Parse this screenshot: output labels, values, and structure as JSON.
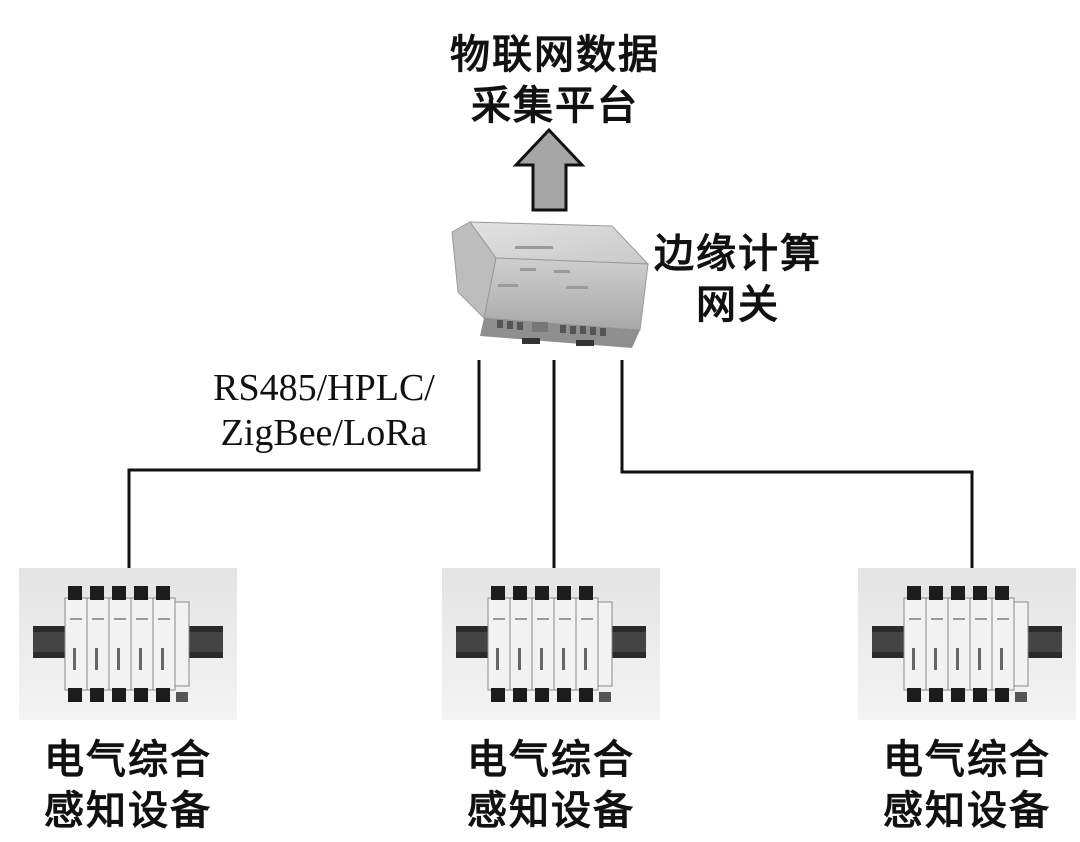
{
  "platform": {
    "lines": [
      "物联网数据",
      "采集平台"
    ]
  },
  "gateway": {
    "lines": [
      "边缘计算",
      "网关"
    ]
  },
  "protocols": {
    "lines": [
      "RS485/HPLC/",
      "ZigBee/LoRa"
    ]
  },
  "devices": [
    {
      "lines": [
        "电气综合",
        "感知设备"
      ]
    },
    {
      "lines": [
        "电气综合",
        "感知设备"
      ]
    },
    {
      "lines": [
        "电气综合",
        "感知设备"
      ]
    }
  ]
}
